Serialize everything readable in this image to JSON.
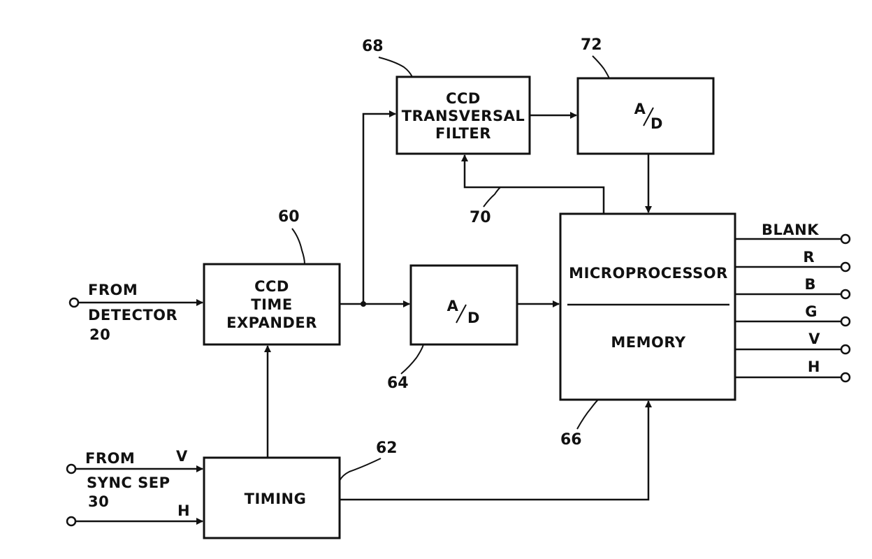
{
  "blocks": {
    "time_expander": {
      "lines": [
        "CCD",
        "TIME",
        "EXPANDER"
      ],
      "ref": "60"
    },
    "timing": {
      "lines": [
        "TIMING"
      ],
      "ref": "62"
    },
    "adc_main": {
      "main": "A",
      "sub": "D",
      "ref": "64"
    },
    "transversal_filter": {
      "lines": [
        "CCD",
        "TRANSVERSAL",
        "FILTER"
      ],
      "ref": "68"
    },
    "adc_filter": {
      "main": "A",
      "sub": "D",
      "ref": "72"
    },
    "microprocessor": {
      "top": "MICROPROCESSOR",
      "bottom": "MEMORY",
      "ref": "66"
    }
  },
  "wires": {
    "control_ref": "70"
  },
  "inputs": {
    "detector": {
      "line1": "FROM",
      "line2": "DETECTOR",
      "line3": "20"
    },
    "sync": {
      "line1": "FROM",
      "line2": "SYNC SEP",
      "line3": "30",
      "v": "V",
      "h": "H"
    }
  },
  "outputs": [
    "BLANK",
    "R",
    "B",
    "G",
    "V",
    "H"
  ]
}
